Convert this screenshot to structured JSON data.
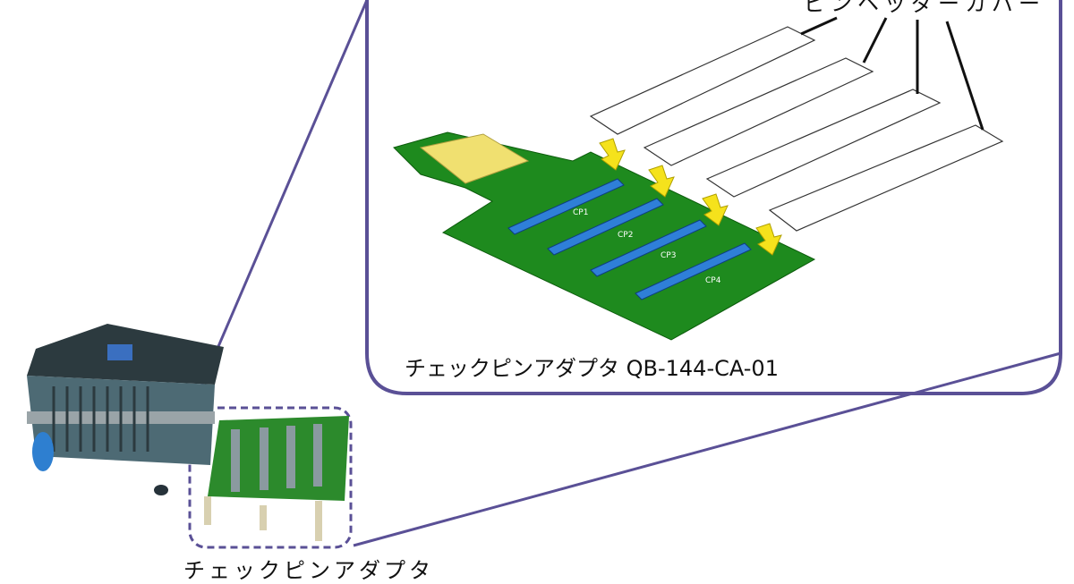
{
  "callout": {
    "main_label": "チェックピンアダプタ QB-144-CA-01",
    "top_label": "ピンヘッダーカバー",
    "bottom_label": "チェックピンアダプタ"
  },
  "connectors": [
    "CP1",
    "CP2",
    "CP3",
    "CP4"
  ],
  "colors": {
    "frame": "#5a5096",
    "board": "#1e8a1e",
    "connector": "#2f7fd8",
    "arrow": "#f5e21c",
    "emulator": "#3f5a63"
  }
}
